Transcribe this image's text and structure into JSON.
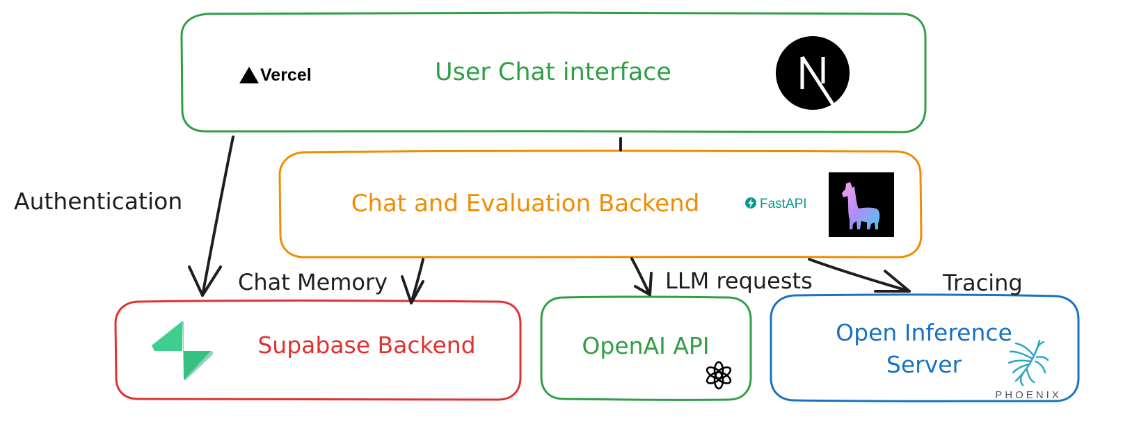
{
  "diagram": {
    "nodes": {
      "frontend": {
        "label": "User Chat interface",
        "color": "#2f9e44",
        "logos": [
          "Vercel",
          "Next.js"
        ]
      },
      "backend": {
        "label": "Chat and Evaluation Backend",
        "color": "#f08c00",
        "logos": [
          "FastAPI",
          "LlamaIndex"
        ]
      },
      "supabase": {
        "label": "Supabase Backend",
        "color": "#e03131"
      },
      "openai": {
        "label": "OpenAI API",
        "color": "#2f9e44"
      },
      "phoenix": {
        "label_line1": "Open Inference",
        "label_line2": "Server",
        "color": "#1971c2",
        "logo_text": "PHOENIX"
      }
    },
    "edges": {
      "auth": "Authentication",
      "memory": "Chat Memory",
      "llm": "LLM requests",
      "tracing": "Tracing"
    },
    "logos": {
      "vercel": "Vercel",
      "fastapi": "FastAPI",
      "nextjs_letter": "N"
    },
    "colors": {
      "stroke_dark": "#1e1e1e",
      "green": "#2f9e44",
      "orange": "#f08c00",
      "red": "#e03131",
      "blue": "#1971c2",
      "supabase_green": "#3ecf8e",
      "fastapi_teal": "#05998b",
      "phoenix_teal": "#2aa6c4"
    },
    "icons": [
      "vercel-logo-icon",
      "nextjs-logo-icon",
      "fastapi-logo-icon",
      "llama-logo-icon",
      "supabase-logo-icon",
      "openai-logo-icon",
      "phoenix-logo-icon"
    ]
  }
}
